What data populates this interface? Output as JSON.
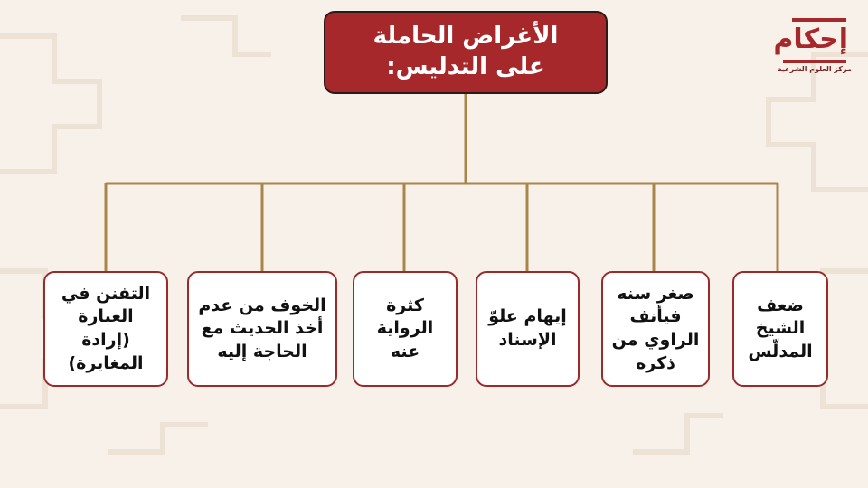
{
  "root": {
    "label": "الأغراض الحاملة\nعلى التدليس:"
  },
  "children": [
    {
      "id": "tafannun",
      "label": "التفنن في\nالعبارة (إرادة\nالمغايرة)"
    },
    {
      "id": "khawf",
      "label": "الخوف من عدم\nأخذ الحديث مع\nالحاجة إليه"
    },
    {
      "id": "kathra",
      "label": "كثرة\nالرواية عنه"
    },
    {
      "id": "iham",
      "label": "إيهام علوّ\nالإسناد"
    },
    {
      "id": "sighar",
      "label": "صغر سنه\nفيأنف\nالراوي من\nذكره"
    },
    {
      "id": "daf",
      "label": "ضعف\nالشيخ\nالمدلّس"
    }
  ],
  "logo": {
    "name": "إحكام",
    "subtitle": "مركز العلوم الشرعية"
  },
  "colors": {
    "accent": "#a6282b",
    "connector": "#a8864a",
    "background": "#f7f1ea"
  }
}
